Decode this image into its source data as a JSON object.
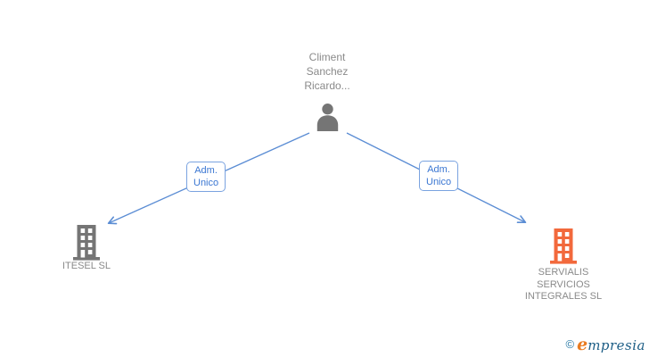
{
  "person": {
    "name": "Climent\nSanchez\nRicardo..."
  },
  "edges": [
    {
      "label": "Adm.\nUnico"
    },
    {
      "label": "Adm.\nUnico"
    }
  ],
  "companies": [
    {
      "name": "ITESEL SL"
    },
    {
      "name": "SERVIALIS\nSERVICIOS\nINTEGRALES SL"
    }
  ],
  "footer": {
    "copyright_symbol": "©",
    "brand_initial": "e",
    "brand_rest": "mpresia"
  },
  "colors": {
    "edge_blue": "#5b8dd4",
    "label_blue": "#3a76d2",
    "label_border_blue": "#7aa3e0",
    "text_gray": "#8a8a8a",
    "icon_gray": "#757575",
    "company_orange": "#f2693c",
    "brand_teal": "#2e7ca7",
    "brand_orange": "#e97c22",
    "brand_navy": "#1d5e86"
  }
}
